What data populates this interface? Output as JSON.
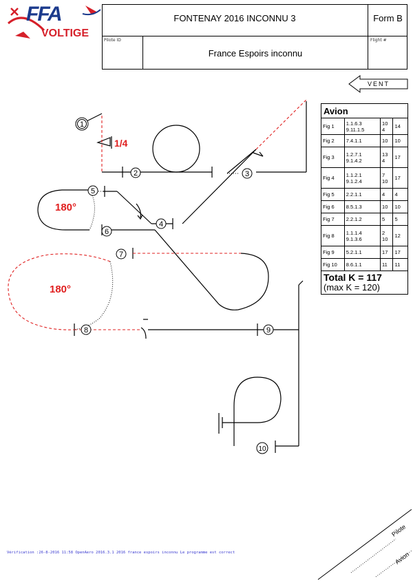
{
  "header": {
    "logo_top": "FFA",
    "logo_bottom": "VOLTIGE",
    "title": "FONTENAY 2016 INCONNU 3",
    "form": "Form B",
    "pilot_id_label": "Pilote ID",
    "flight_label": "Flight #",
    "category": "France Espoirs inconnu"
  },
  "wind": {
    "label": "VENT"
  },
  "diagram": {
    "figure_numbers": [
      "1",
      "2",
      "3",
      "4",
      "5",
      "6",
      "7",
      "8",
      "9",
      "10"
    ],
    "roll_label": "1/4",
    "turn_labels": [
      "180°",
      "180°"
    ],
    "colors": {
      "line": "#000000",
      "dashed": "#e02020",
      "label_red": "#e02020"
    }
  },
  "score": {
    "header": "Avion",
    "rows": [
      {
        "fig": "Fig 1",
        "code": "1.1.6.3\n9.11.1.5",
        "k": "10\n4",
        "total": "14"
      },
      {
        "fig": "Fig 2",
        "code": "7.4.1.1",
        "k": "10",
        "total": "10"
      },
      {
        "fig": "Fig 3",
        "code": "1.2.7.1\n9.1.4.2",
        "k": "13\n4",
        "total": "17"
      },
      {
        "fig": "Fig 4",
        "code": "1.1.2.1\n9.1.2.4",
        "k": "7\n10",
        "total": "17"
      },
      {
        "fig": "Fig 5",
        "code": "2.2.1.1",
        "k": "4",
        "total": "4"
      },
      {
        "fig": "Fig 6",
        "code": "8.5.1.3",
        "k": "10",
        "total": "10"
      },
      {
        "fig": "Fig 7",
        "code": "2.2.1.2",
        "k": "5",
        "total": "5"
      },
      {
        "fig": "Fig 8",
        "code": "1.1.1.4\n9.1.3.6",
        "k": "2\n10",
        "total": "12"
      },
      {
        "fig": "Fig 9",
        "code": "5.2.1.1",
        "k": "17",
        "total": "17"
      },
      {
        "fig": "Fig 10",
        "code": "8.6.1.1",
        "k": "11",
        "total": "11"
      }
    ],
    "total_label": "Total K = 117",
    "max_label": "(max K = 120)"
  },
  "signatures": {
    "pilot": "Pilote",
    "plane": "Avion"
  },
  "footer": {
    "verification": "Vérification :26-8-2016 11:58 OpenAero 2016.3.1 2016 france espoirs inconnu Le programme est correct"
  }
}
